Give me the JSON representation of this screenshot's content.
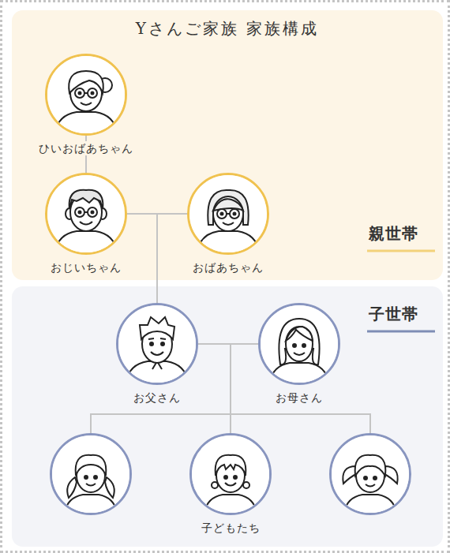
{
  "diagram": {
    "title": "Yさんご家族 家族構成",
    "nodes": [
      {
        "text": [
          "親世帯"
        ]
      },
      {
        "text": [
          "ひいおばあちゃん"
        ],
        "in": 0
      },
      {
        "text": [
          "おじいちゃん"
        ],
        "in": 0
      },
      {
        "text": [
          "おばあちゃん"
        ],
        "in": 0
      },
      {
        "text": [
          "子世帯"
        ]
      },
      {
        "text": [
          "お父さん"
        ],
        "in": 4
      },
      {
        "text": [
          "お母さん"
        ],
        "in": 4
      },
      {
        "text": [],
        "in": 4
      },
      {
        "text": [
          "子どもたち"
        ],
        "in": 4
      },
      {
        "text": [],
        "in": 4
      }
    ],
    "edges": [
      {
        "from": 1,
        "to": 2,
        "arrow": "none"
      },
      {
        "from": 2,
        "to": 5,
        "arrow": "none"
      },
      {
        "from": 3,
        "to": 5,
        "arrow": "none"
      },
      {
        "from": 5,
        "to": 7,
        "arrow": "none"
      },
      {
        "from": 5,
        "to": 8,
        "arrow": "none"
      },
      {
        "from": 5,
        "to": 9,
        "arrow": "none"
      },
      {
        "from": 6,
        "to": 7,
        "arrow": "none"
      },
      {
        "from": 6,
        "to": 8,
        "arrow": "none"
      },
      {
        "from": 6,
        "to": 9,
        "arrow": "none"
      }
    ]
  }
}
